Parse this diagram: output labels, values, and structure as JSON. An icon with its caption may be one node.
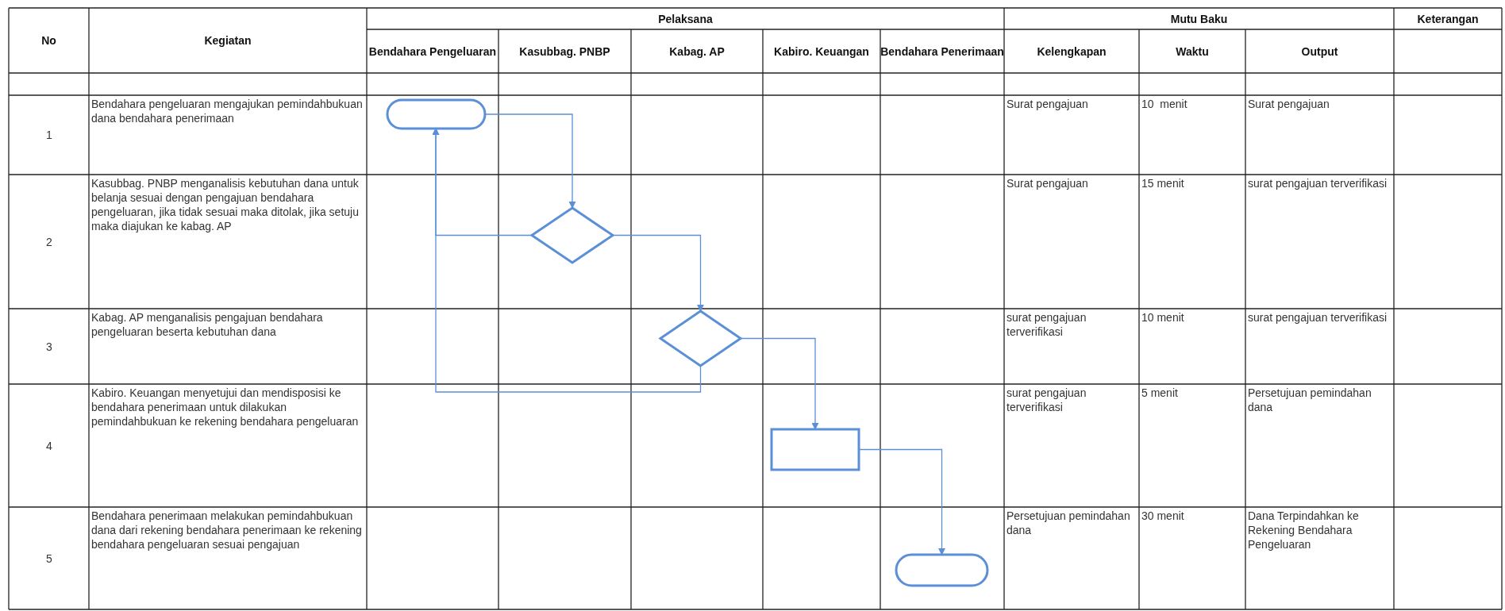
{
  "diagram": {
    "nodes": [
      {
        "text": [],
        "shape": "oval"
      },
      {
        "text": [],
        "shape": "diamond"
      },
      {
        "text": [],
        "shape": "diamond"
      },
      {
        "text": [],
        "shape": "box"
      },
      {
        "text": [],
        "shape": "oval"
      }
    ],
    "edges": [
      {
        "from": 0,
        "to": 1,
        "arrow": "to"
      },
      {
        "from": 1,
        "to": 2,
        "arrow": "to"
      },
      {
        "from": 1,
        "to": 0,
        "arrow": "to"
      },
      {
        "from": 2,
        "to": 3,
        "arrow": "to"
      },
      {
        "from": 2,
        "to": 0,
        "arrow": "to"
      },
      {
        "from": 3,
        "to": 4,
        "arrow": "to"
      }
    ],
    "labels": [
      "No",
      "Kegiatan",
      "Pelaksana",
      "Mutu Baku",
      "Keterangan",
      "Bendahara Pengeluaran",
      "Kasubbag. PNBP",
      "Kabag. AP",
      "Kabiro. Keuangan",
      "Bendahara Penerimaan",
      "Kelengkapan",
      "Waktu",
      "Output",
      "1",
      "Bendahara pengeluaran mengajukan pemindahbukuan dana bendahara penerimaan",
      "Surat pengajuan",
      "10  menit",
      "Surat pengajuan",
      "2",
      "Kasubbag. PNBP menganalisis kebutuhan dana untuk belanja sesuai dengan pengajuan bendahara pengeluaran, jika tidak sesuai maka ditolak, jika setuju maka diajukan ke kabag. AP",
      "Surat pengajuan",
      "15 menit",
      "surat pengajuan terverifikasi",
      "3",
      "Kabag. AP menganalisis pengajuan bendahara pengeluaran beserta kebutuhan dana",
      "surat pengajuan terverifikasi",
      "10 menit",
      "surat pengajuan terverifikasi",
      "4",
      "Kabiro. Keuangan menyetujui dan mendisposisi ke bendahara penerimaan untuk dilakukan pemindahbukuan ke rekening bendahara pengeluaran",
      "surat pengajuan terverifikasi",
      "5 menit",
      "Persetujuan pemindahan dana",
      "5",
      "Bendahara penerimaan melakukan pemindahbukuan dana dari rekening bendahara penerimaan ke rekening bendahara pengeluaran sesuai pengajuan",
      "Persetujuan pemindahan dana",
      "30 menit",
      "Dana Terpindahkan ke Rekening Bendahara Pengeluaran"
    ]
  }
}
